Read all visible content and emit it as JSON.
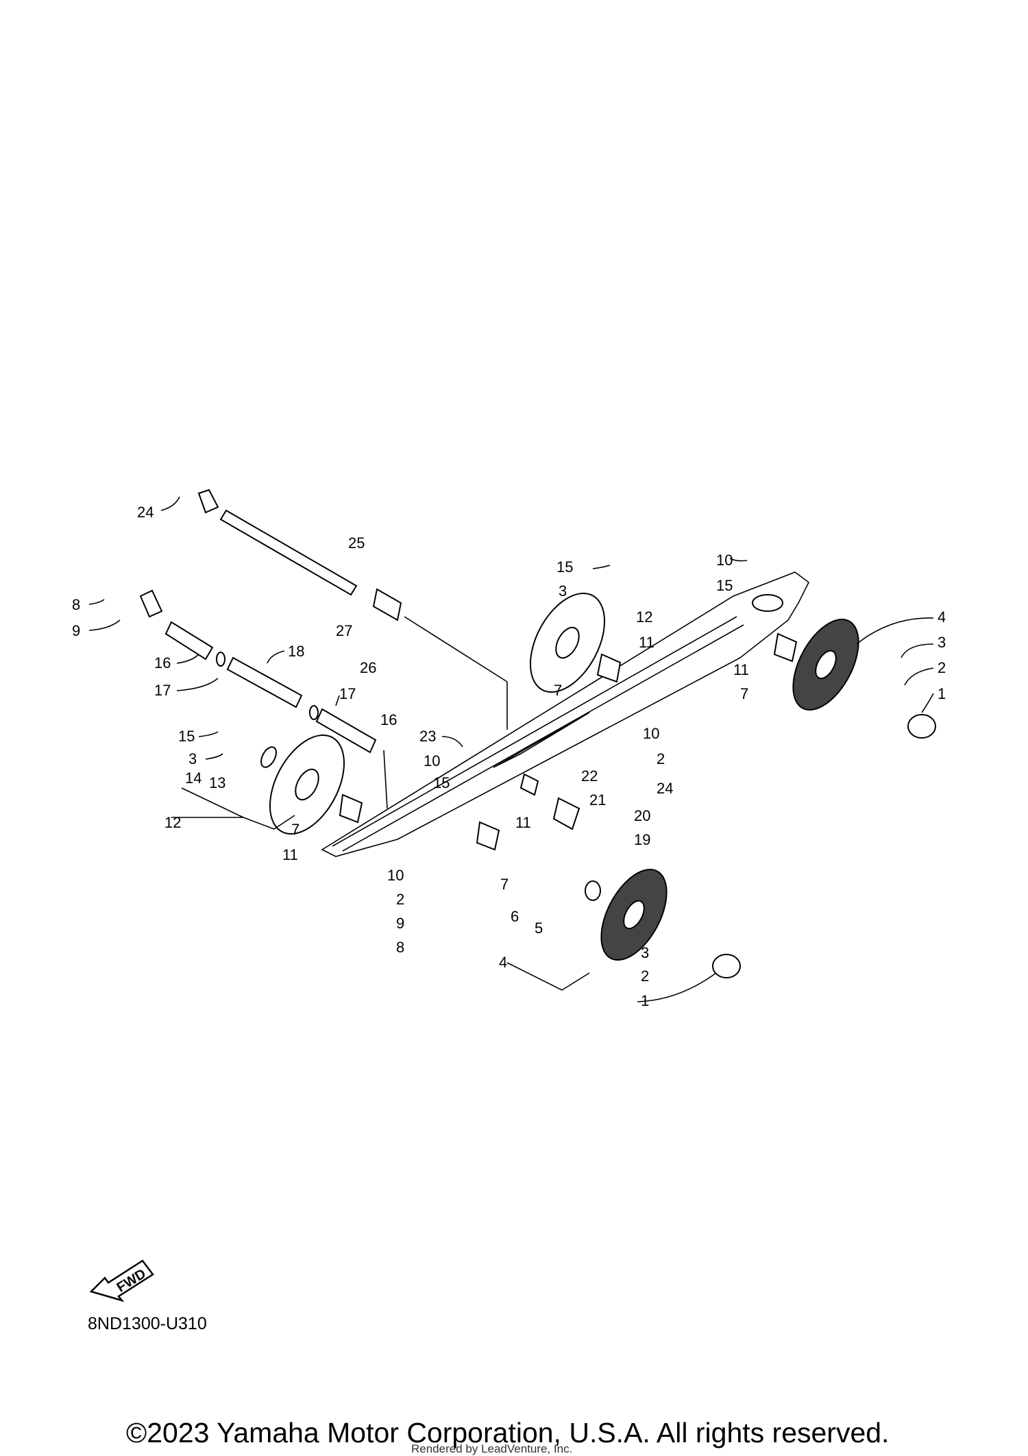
{
  "diagram": {
    "code": "8ND1300-U310",
    "fwd_label": "FWD",
    "copyright": "©2023 Yamaha Motor Corporation, U.S.A. All rights reserved.",
    "rendered_by": "Rendered by LeadVenture, Inc.",
    "callouts": [
      "24",
      "25",
      "8",
      "9",
      "27",
      "26",
      "16",
      "17",
      "18",
      "17",
      "16",
      "15",
      "3",
      "14",
      "13",
      "12",
      "7",
      "11",
      "23",
      "10",
      "15",
      "10",
      "2",
      "9",
      "8",
      "7",
      "15",
      "3",
      "12",
      "11",
      "7",
      "22",
      "21",
      "11",
      "20",
      "19",
      "6",
      "5",
      "4",
      "3",
      "2",
      "1",
      "10",
      "15",
      "4",
      "3",
      "2",
      "1",
      "11",
      "7",
      "10",
      "2",
      "24"
    ]
  }
}
